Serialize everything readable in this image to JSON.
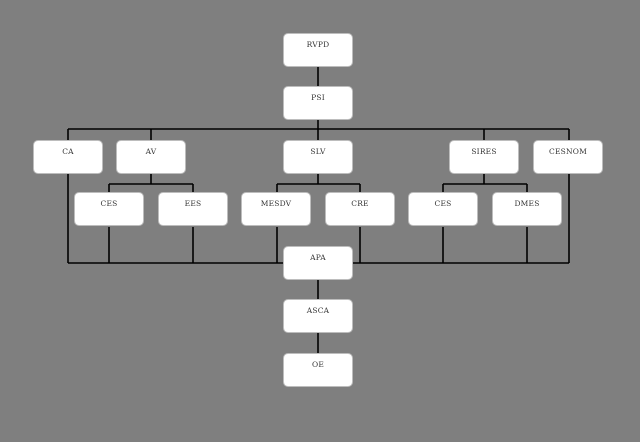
{
  "diagram": {
    "nodes": {
      "rvpd": "RVPD",
      "psi": "PSI",
      "ca": "CA",
      "av": "AV",
      "slv": "SLV",
      "sires": "SIRES",
      "cesnom": "CESNOM",
      "av_ces": "CES",
      "av_ees": "EES",
      "slv_mesdv": "MESDV",
      "slv_cre": "CRE",
      "sires_ces": "CES",
      "sires_dmes": "DMES",
      "apa": "APA",
      "asca": "ASCA",
      "oe": "OE"
    },
    "colors": {
      "background": "#7f7f7f",
      "node_fill": "#ffffff",
      "connector": "#000000"
    }
  }
}
